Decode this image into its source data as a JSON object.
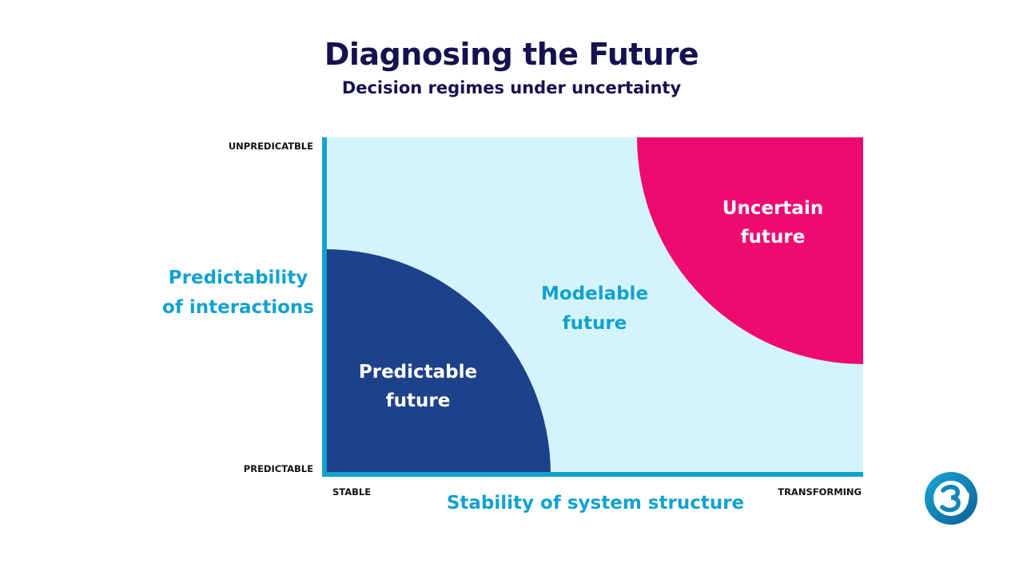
{
  "title": "Diagnosing the Future",
  "subtitle": "Decision regimes under uncertainty",
  "y_axis": {
    "title_line1": "Predictability",
    "title_line2": "of interactions",
    "top_label": "UNPREDICATBLE",
    "bottom_label": "PREDICTABLE"
  },
  "x_axis": {
    "title": "Stability of system structure",
    "left_label": "STABLE",
    "right_label": "TRANSFORMING"
  },
  "regions": {
    "predictable": {
      "line1": "Predictable",
      "line2": "future",
      "color": "#1e428a"
    },
    "modelable": {
      "line1": "Modelable",
      "line2": "future",
      "color": "#d4f4fc"
    },
    "uncertain": {
      "line1": "Uncertain",
      "line2": "future",
      "color": "#ee0a70"
    }
  },
  "colors": {
    "axis": "#12a1cf",
    "title": "#15124f"
  },
  "logo": {
    "icon": "brand-logo-icon"
  }
}
